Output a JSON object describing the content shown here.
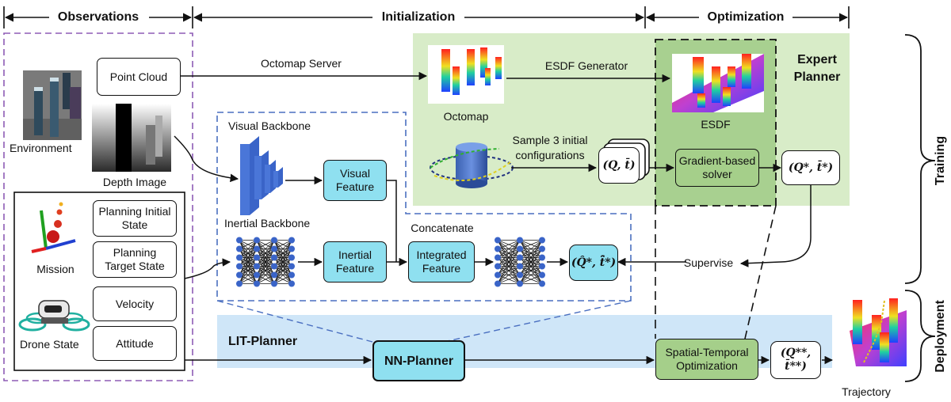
{
  "headers": {
    "observations": "Observations",
    "initialization": "Initialization",
    "optimization": "Optimization"
  },
  "side": {
    "training": "Training",
    "deployment": "Deployment"
  },
  "observations": {
    "environment_label": "Environment",
    "point_cloud": "Point Cloud",
    "depth_image": "Depth Image",
    "mission_label": "Mission",
    "planning_initial_state": "Planning Initial State",
    "planning_target_state": "Planning Target State",
    "drone_state_label": "Drone State",
    "velocity": "Velocity",
    "attitude": "Attitude"
  },
  "expert": {
    "octomap_server": "Octomap Server",
    "octomap_label": "Octomap",
    "esdf_generator": "ESDF Generator",
    "esdf_label": "ESDF",
    "expert_planner": "Expert Planner",
    "sample_configs": "Sample 3 initial configurations",
    "init_config": "(Q, t̄)",
    "gradient_solver": "Gradient-based solver",
    "opt_config": "(Q*, t̄*)",
    "supervise": "Supervise"
  },
  "network": {
    "visual_backbone": "Visual Backbone",
    "visual_feature": "Visual Feature",
    "inertial_backbone": "Inertial Backbone",
    "inertial_feature": "Inertial Feature",
    "concatenate": "Concatenate",
    "integrated_feature": "Integrated Feature",
    "pred_config": "(Q̂*, t̄̂*)"
  },
  "deployment": {
    "lit_planner": "LIT-Planner",
    "nn_planner": "NN-Planner",
    "spatial_temporal": "Spatial-Temporal Optimization",
    "final_config": "(Q**, t̄**)",
    "trajectory": "Trajectory"
  },
  "colors": {
    "observation_border": "#8e5bb5",
    "network_border": "#4a6fc0",
    "expert_bg": "#d8ecc8",
    "optim_bg": "#a8d090",
    "deploy_bg": "#cfe6f8",
    "cyan_box": "#8fe0f0",
    "green_box": "#a5cf8a",
    "backbone_blue": "#3a64c8"
  },
  "icons": {
    "environment": "environment-render-icon",
    "depth": "depth-image-icon",
    "mission": "axes-mission-icon",
    "drone": "drone-icon",
    "octomap": "octomap-render-icon",
    "esdf": "esdf-render-icon",
    "cylinder": "cylinder-sampling-icon",
    "trajectory": "trajectory-render-icon"
  }
}
